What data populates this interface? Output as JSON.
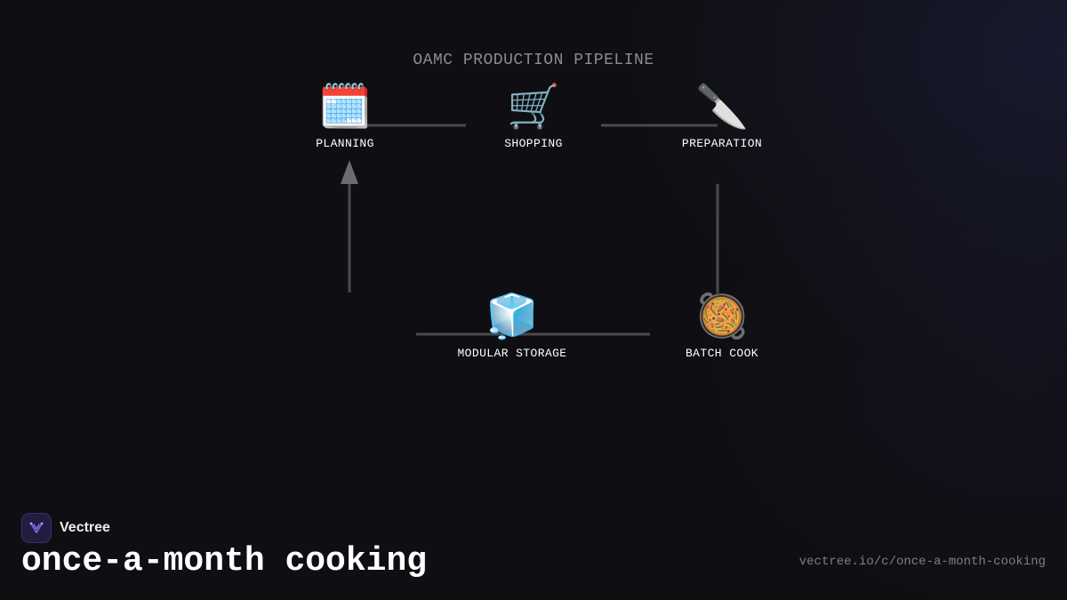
{
  "diagram": {
    "title": "OAMC PRODUCTION PIPELINE",
    "nodes": [
      {
        "id": "planning",
        "label": "PLANNING",
        "icon": "calendar-icon",
        "glyph": "🗓️"
      },
      {
        "id": "shopping",
        "label": "SHOPPING",
        "icon": "shopping-cart-icon",
        "glyph": "🛒"
      },
      {
        "id": "preparation",
        "label": "PREPARATION",
        "icon": "kitchen-knife-icon",
        "glyph": "🔪"
      },
      {
        "id": "batch_cook",
        "label": "BATCH COOK",
        "icon": "paella-pan-icon",
        "glyph": "🥘"
      },
      {
        "id": "modular_storage",
        "label": "MODULAR STORAGE",
        "icon": "ice-cube-icon",
        "glyph": "🧊"
      }
    ],
    "edges": [
      {
        "from": "planning",
        "to": "shopping"
      },
      {
        "from": "shopping",
        "to": "preparation"
      },
      {
        "from": "preparation",
        "to": "batch_cook"
      },
      {
        "from": "batch_cook",
        "to": "modular_storage"
      },
      {
        "from": "modular_storage",
        "to": "planning",
        "arrow": true
      }
    ],
    "line_color": "#4a4a4f",
    "arrow_color": "#6b6b70"
  },
  "brand": {
    "name": "Vectree",
    "logo_icon": "vectree-logo-icon",
    "logo_color": "#8b5cf6"
  },
  "headline": "once-a-month cooking",
  "url": "vectree.io/c/once-a-month-cooking"
}
